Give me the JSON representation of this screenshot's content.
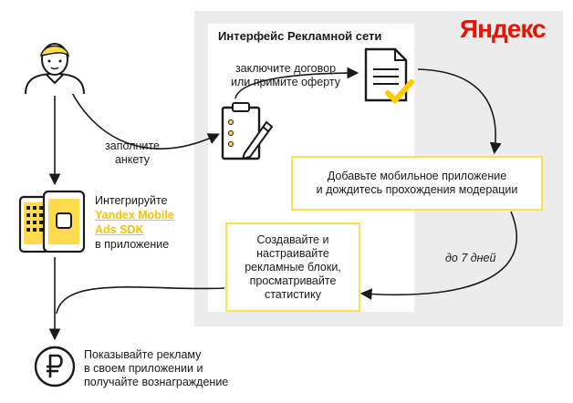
{
  "brand": {
    "logo": "Яндекс",
    "accent": "#ffdb4d",
    "logo_color": "#e61400"
  },
  "panel": {
    "title": "Интерфейс Рекламной сети"
  },
  "steps": {
    "contract": "заключите договор\nили примите оферту",
    "form": "заполните\nанкету",
    "add_app": "Добавьте мобильное приложение\nи дождитесь прохождения модерации",
    "duration": "до 7 дней",
    "create_blocks": "Создавайте и\nнастраивайте\nрекламные блоки,\nпросматривайте\nстатистику",
    "integrate_prefix": "Интегрируйте",
    "integrate_link": "Yandex Mobile\nAds SDK",
    "integrate_suffix": "в приложение",
    "earn": "Показывайте рекламу\nв своем приложении и\nполучайте вознаграждение"
  },
  "icons": [
    "user-icon",
    "document-check-icon",
    "clipboard-pen-icon",
    "devices-icon",
    "ruble-icon"
  ]
}
